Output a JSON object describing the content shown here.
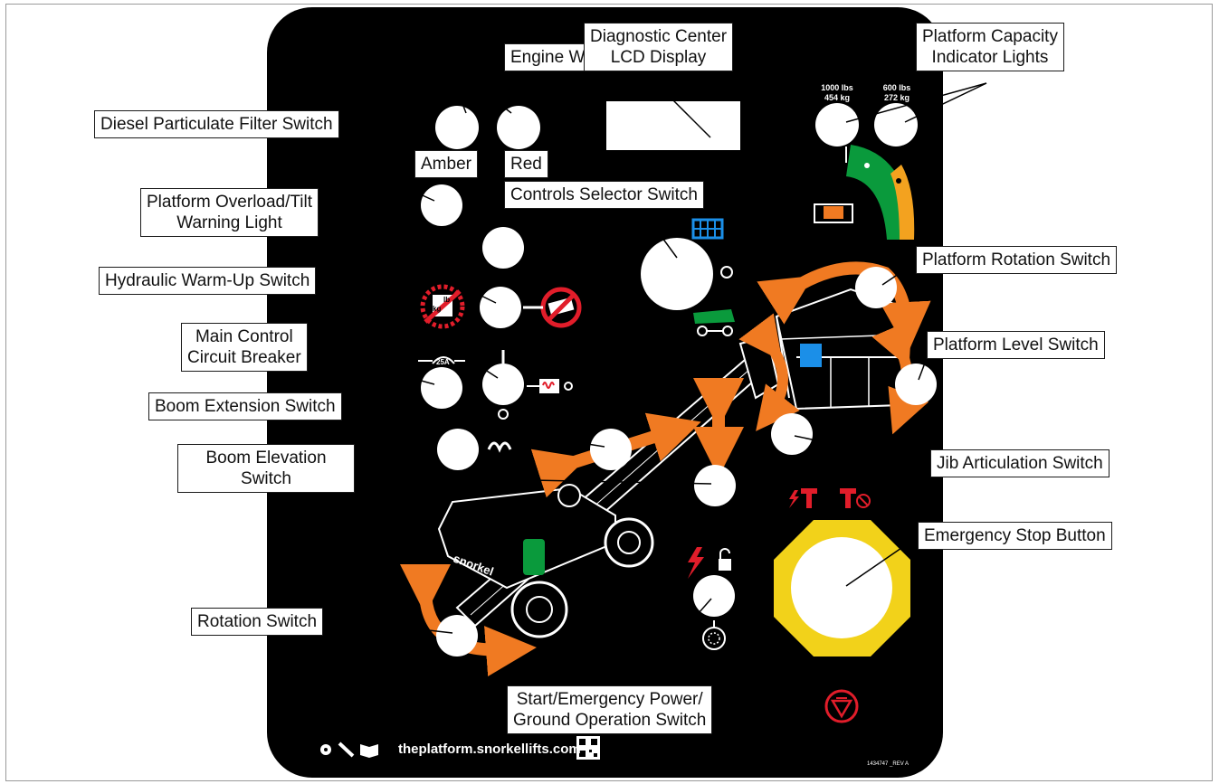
{
  "labels": {
    "engine_warning_lights": "Engine Warning Lights",
    "diagnostic_center_line1": "Diagnostic Center",
    "diagnostic_center_line2": "LCD Display",
    "platform_capacity_line1": "Platform Capacity",
    "platform_capacity_line2": "Indicator Lights",
    "dpf_switch": "Diesel Particulate Filter Switch",
    "amber": "Amber",
    "red": "Red",
    "controls_selector_switch": "Controls Selector Switch",
    "overload_tilt_line1": "Platform Overload/Tilt",
    "overload_tilt_line2": "Warning Light",
    "hydraulic_warmup_switch": "Hydraulic Warm-Up Switch",
    "platform_rotation_switch": "Platform Rotation Switch",
    "main_breaker_line1": "Main Control",
    "main_breaker_line2": "Circuit Breaker",
    "platform_level_switch": "Platform Level Switch",
    "boom_extension_switch": "Boom Extension Switch",
    "boom_elevation_line1": "Boom Elevation",
    "boom_elevation_line2": "Switch",
    "jib_articulation_switch": "Jib Articulation Switch",
    "emergency_stop_button": "Emergency Stop Button",
    "rotation_switch": "Rotation Switch",
    "start_line1": "Start/Emergency Power/",
    "start_line2": "Ground Operation Switch"
  },
  "panel": {
    "capacity_1000_lbs": "1000 lbs",
    "capacity_1000_kg": "454 kg",
    "capacity_600_lbs": "600 lbs",
    "capacity_600_kg": "272 kg",
    "breaker_rating": "25A",
    "website": "theplatform.snorkellifts.com",
    "part_number": "1434747 _REV A",
    "brand": "snorkel",
    "overload_lb": "lb",
    "overload_kg": "kg"
  },
  "colors": {
    "panel": "#000000",
    "arrow_orange": "#f07a22",
    "capacity_green": "#0a9a3c",
    "capacity_orange": "#f3a21f",
    "estop_yellow": "#f2d21a",
    "warning_red": "#e11d2a",
    "platform_blue": "#1b8fe8"
  },
  "icons": [
    "gear-icon",
    "wrench-icon",
    "book-icon",
    "qr-code-icon",
    "padlock-icon",
    "lightning-icon",
    "key-switch-icon",
    "emergency-stop-symbol-icon",
    "coil-icon",
    "platform-rotation-arrow-icon"
  ]
}
